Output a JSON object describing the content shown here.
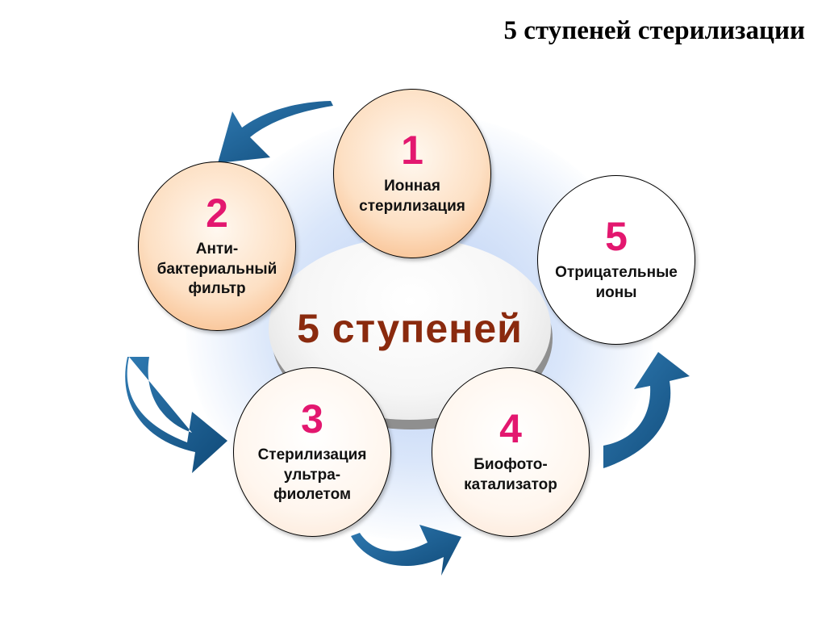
{
  "title": "5 ступеней стерилизации",
  "center": {
    "text": "5 ступеней"
  },
  "steps": [
    {
      "number": "1",
      "label": "Ионная\nстерилизация"
    },
    {
      "number": "2",
      "label": "Анти-\nбактериальный\nфильтр"
    },
    {
      "number": "3",
      "label": "Стерилизация\nультра-\nфиолетом"
    },
    {
      "number": "4",
      "label": "Биофото-\nкатализатор"
    },
    {
      "number": "5",
      "label": "Отрицательные\nионы"
    }
  ],
  "colors": {
    "number": "#e3176f",
    "center_text": "#8a2a0e",
    "arrow": "#1a5a8a",
    "step_fill_orange": "#f7b37b",
    "glow": "#8fb0ee"
  }
}
